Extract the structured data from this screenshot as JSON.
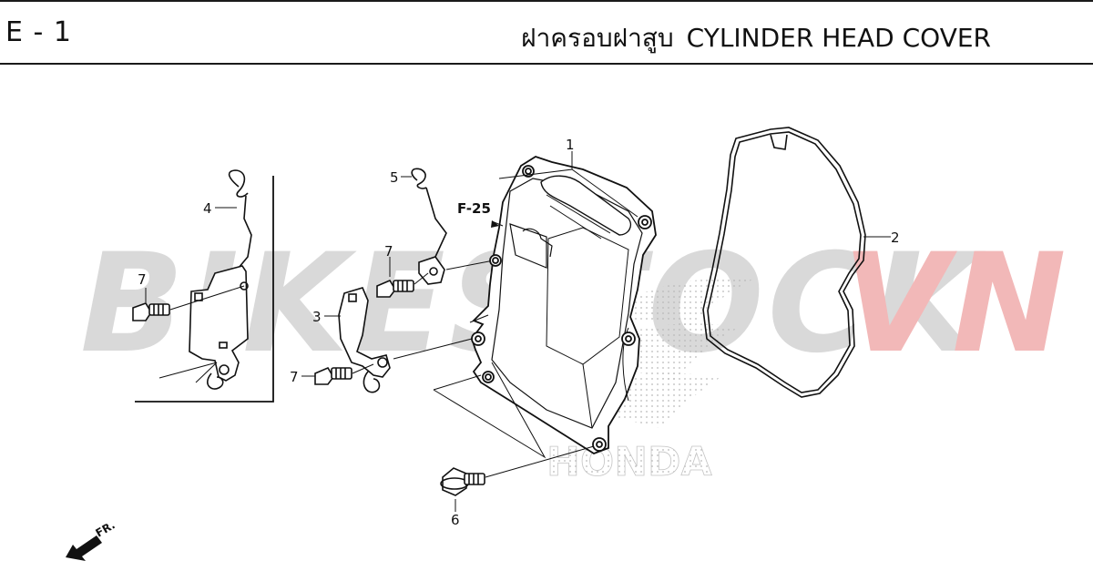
{
  "header": {
    "page_code": "E - 1",
    "title_th": "ฝาครอบฝาสูบ",
    "title_en": "CYLINDER HEAD COVER"
  },
  "diagram": {
    "reference": "F-25",
    "direction_label": "FR.",
    "callouts": [
      {
        "id": "c1",
        "label": "1"
      },
      {
        "id": "c2",
        "label": "2"
      },
      {
        "id": "c3",
        "label": "3"
      },
      {
        "id": "c4",
        "label": "4"
      },
      {
        "id": "c5",
        "label": "5"
      },
      {
        "id": "c6",
        "label": "6"
      },
      {
        "id": "c7a",
        "label": "7"
      },
      {
        "id": "c7b",
        "label": "7"
      },
      {
        "id": "c7c",
        "label": "7"
      }
    ]
  },
  "watermark": {
    "text_main": "BIKESTOCK",
    "text_accent": "VN",
    "brand_text": "HONDA",
    "main_color": "#d9d9d9",
    "accent_color": "#f2b8b8"
  }
}
